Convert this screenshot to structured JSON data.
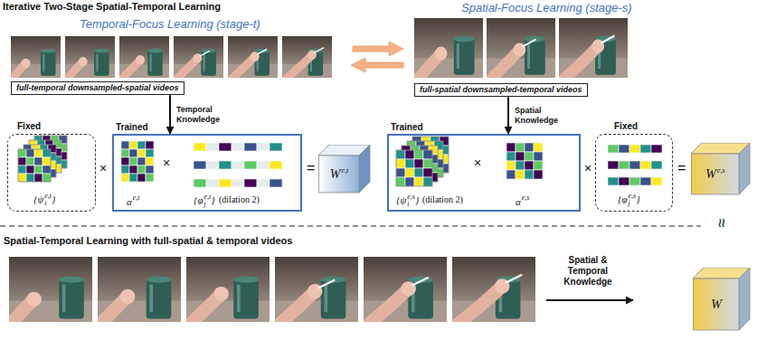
{
  "diagram": {
    "title": "Iterative Two-Stage Spatial-Temporal Learning",
    "nodes": [
      {
        "text": [
          "full-temporal downsampled-spatial videos"
        ]
      },
      {
        "text": [
          "full-spatial downsampled-temporal videos"
        ]
      },
      {
        "text": [
          "Fixed",
          "{ψie,t}"
        ]
      },
      {
        "text": [
          "Trained",
          "αe,t",
          "×",
          "{φje,t}",
          "(dilation 2)"
        ]
      },
      {
        "text": [
          "We,t"
        ]
      },
      {
        "text": [
          "Trained",
          "{ψie,s}",
          "(dilation 2)",
          "×",
          "αe,s"
        ]
      },
      {
        "text": [
          "Fixed",
          "{φje,s}"
        ]
      },
      {
        "text": [
          "We,s"
        ]
      },
      {
        "text": [
          "W"
        ]
      }
    ],
    "edges": [
      {
        "from": 0,
        "to": 3,
        "arrow": "to",
        "label": "Temporal Knowledge"
      },
      {
        "from": 1,
        "to": 5,
        "arrow": "to",
        "label": "Spatial Knowledge"
      }
    ],
    "labels": [
      "Temporal-Focus Learning (stage-t)",
      "Spatial-Focus Learning (stage-s)",
      "×",
      "=",
      "×",
      "=",
      "≈",
      "Spatial-Temporal Learning with full-spatial & temporal videos",
      "Spatial & Temporal Knowledge"
    ]
  }
}
